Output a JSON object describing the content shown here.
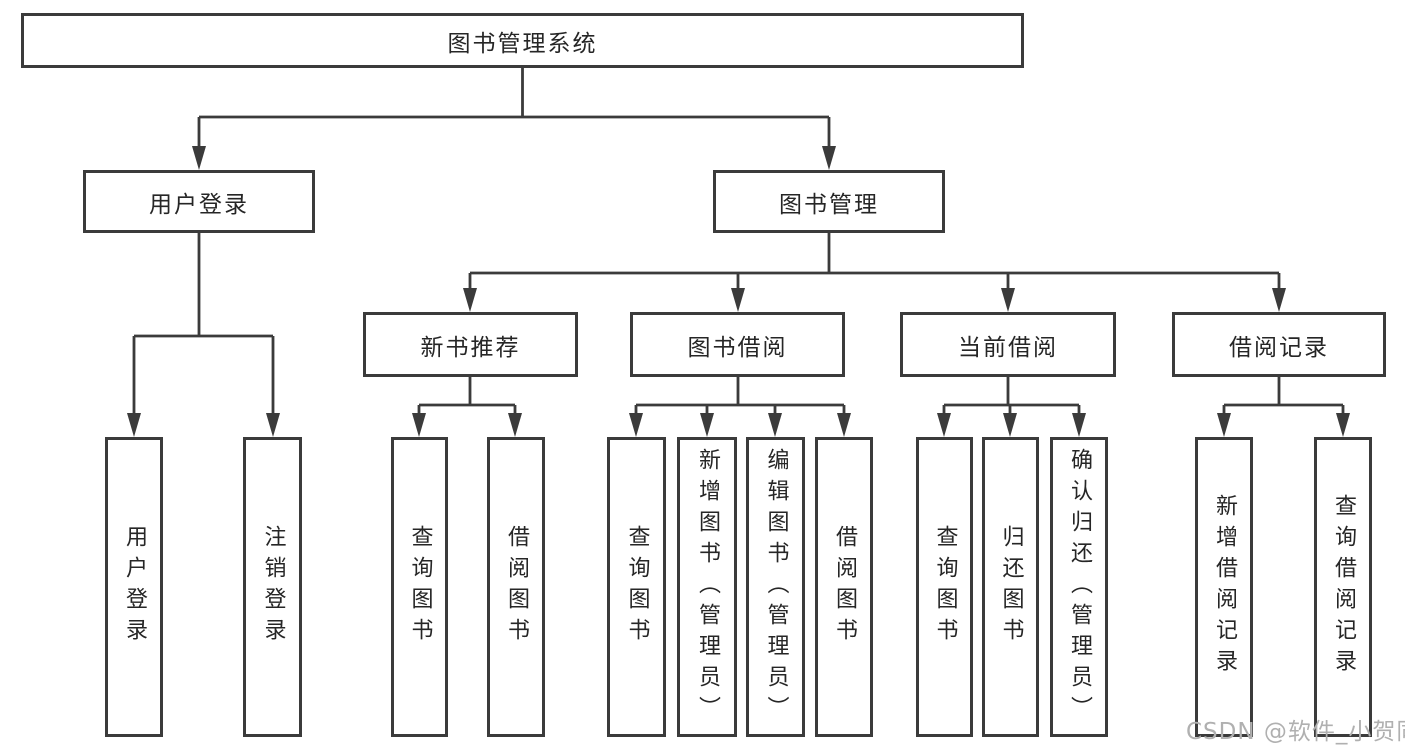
{
  "diagram": {
    "root_label": "图书管理系统",
    "level2": {
      "user_login": "用户登录",
      "book_management": "图书管理"
    },
    "level3": {
      "new_book_recommend": "新书推荐",
      "book_borrow": "图书借阅",
      "current_borrow": "当前借阅",
      "borrow_records": "借阅记录"
    },
    "leaves": {
      "user": [
        "用户登录",
        "注销登录"
      ],
      "recommend": [
        "查询图书",
        "借阅图书"
      ],
      "borrow": [
        "查询图书",
        "新增图书（管理员）",
        "编辑图书（管理员）",
        "借阅图书"
      ],
      "current": [
        "查询图书",
        "归还图书",
        "确认归还（管理员）"
      ],
      "records": [
        "新增借阅记录",
        "查询借阅记录"
      ]
    },
    "colors": {
      "line": "#3b3b3b",
      "text": "#262626",
      "watermark": "#b0b0b0"
    }
  },
  "watermark": {
    "text": "CSDN @软件_小贺同学"
  }
}
